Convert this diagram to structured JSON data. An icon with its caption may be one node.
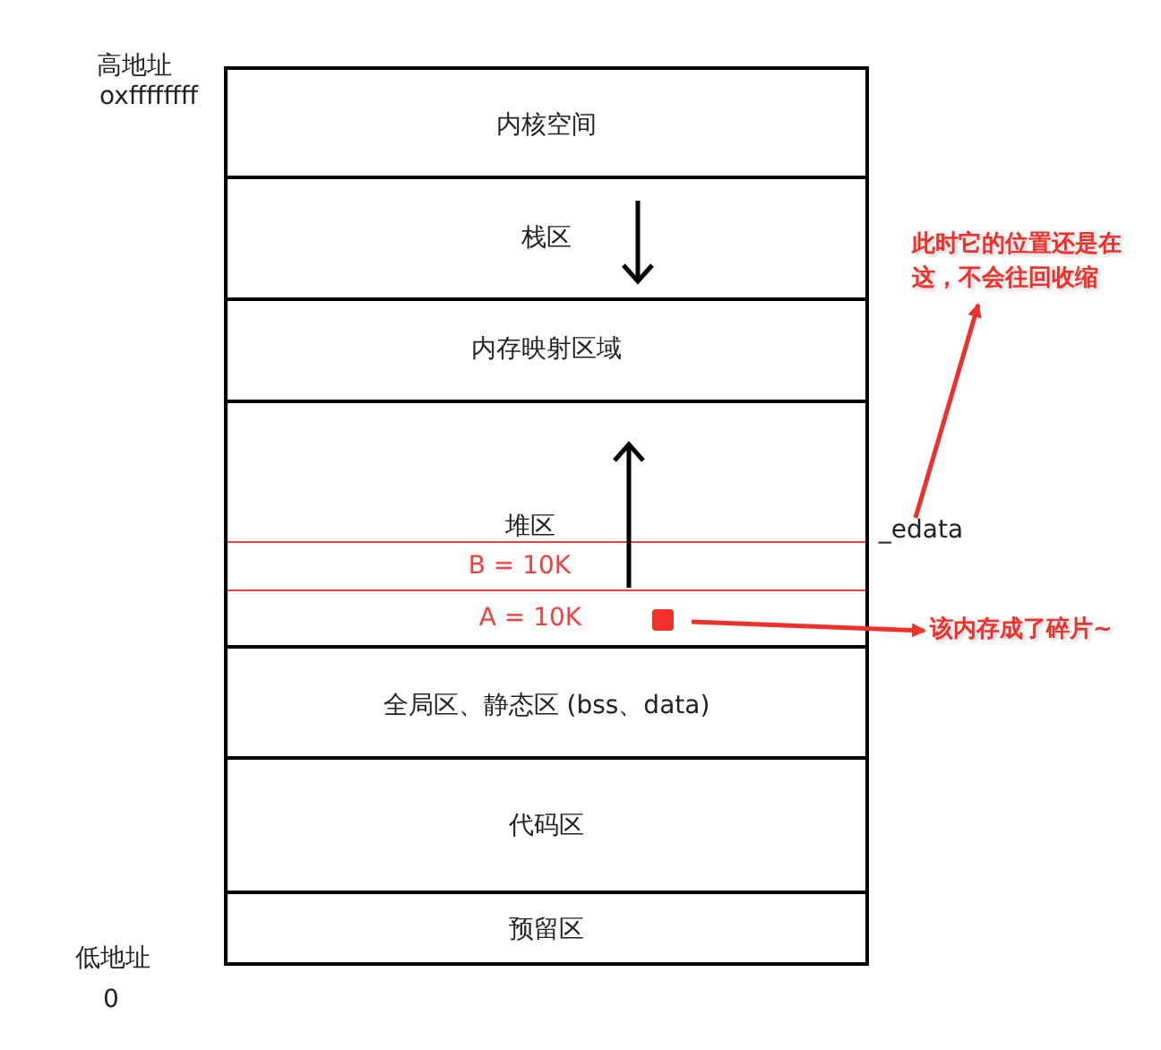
{
  "diagram": {
    "nodes": [
      {
        "text": [
          "内核空间"
        ]
      },
      {
        "text": [
          "栈区"
        ]
      },
      {
        "text": [
          "内存映射区域"
        ]
      },
      {
        "text": [
          "堆区"
        ]
      },
      {
        "text": [
          "B = 10K"
        ],
        "in": 3
      },
      {
        "text": [
          "A = 10K"
        ],
        "in": 3
      },
      {
        "text": [
          "全局区、静态区 (bss、data)"
        ]
      },
      {
        "text": [
          "代码区"
        ]
      },
      {
        "text": [
          "预留区"
        ]
      },
      {
        "text": [
          "此时它的位置还是在这，不会往回收缩"
        ]
      },
      {
        "text": [
          "_edata"
        ]
      },
      {
        "text": [],
        "shape": "box",
        "in": 5
      },
      {
        "text": [
          "该内存成了碎片~"
        ]
      }
    ],
    "edges": [
      {
        "from": 10,
        "to": 9,
        "arrow": "to"
      },
      {
        "from": 11,
        "to": 12,
        "arrow": "to"
      }
    ],
    "labels": [
      "高地址",
      "oxffffffff",
      "低地址",
      "0"
    ]
  }
}
